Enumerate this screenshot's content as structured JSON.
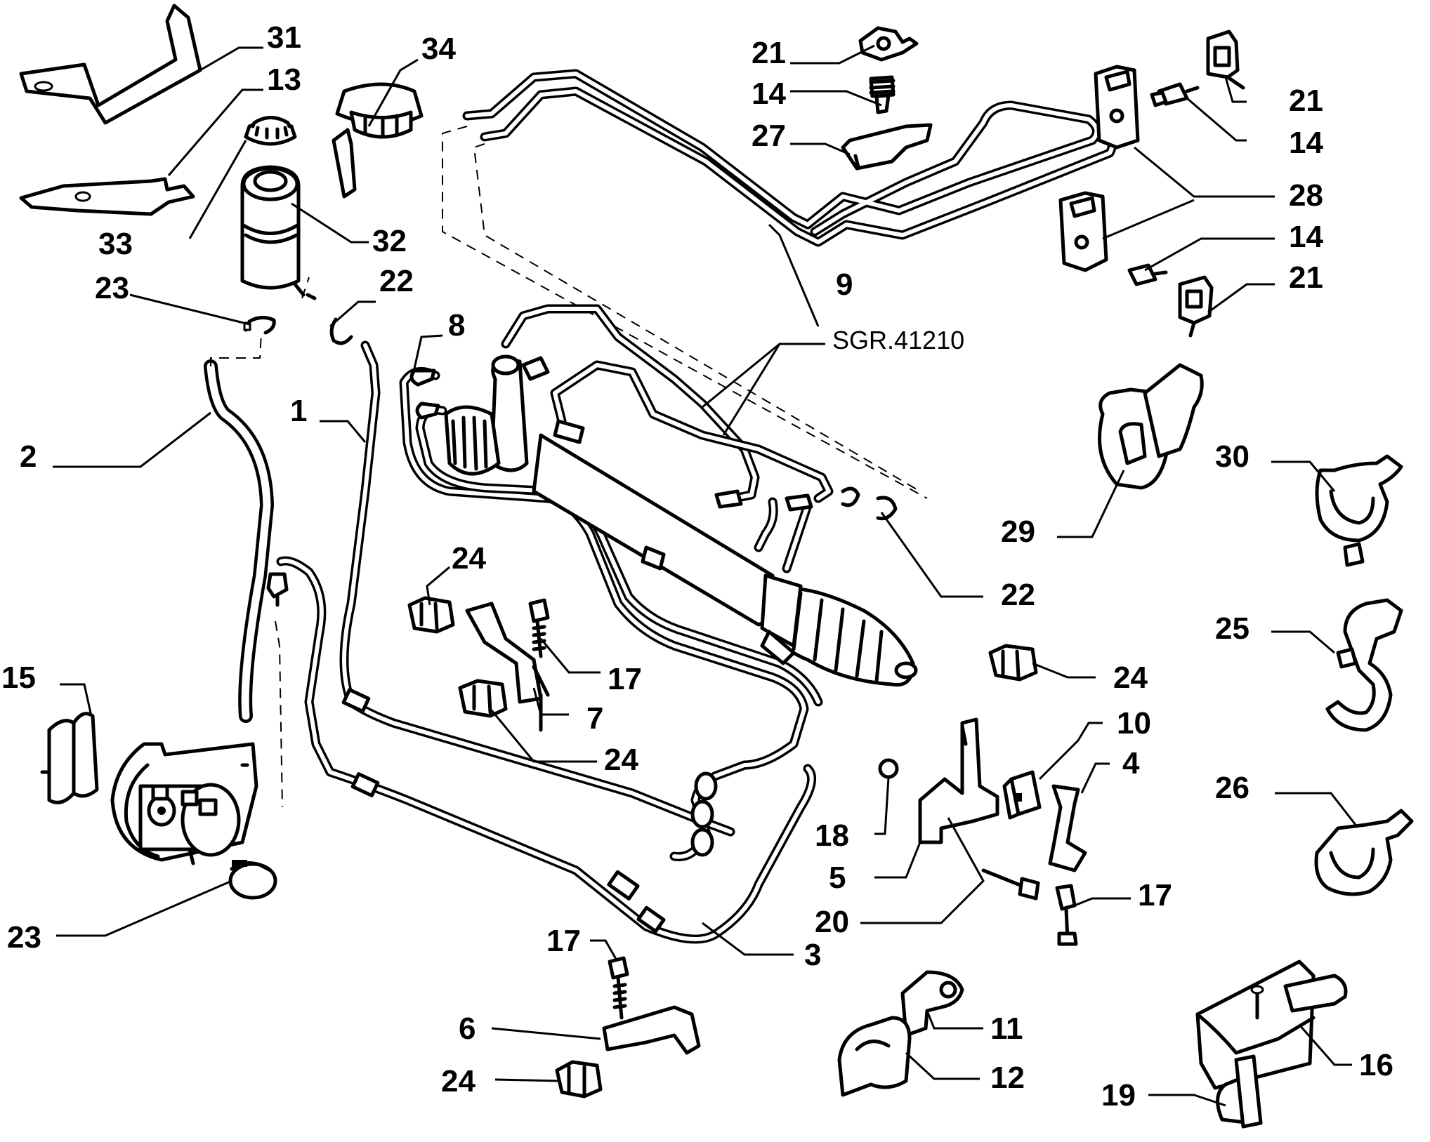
{
  "diagram": {
    "labels": {
      "p31": "31",
      "p13": "13",
      "p34": "34",
      "p33": "33",
      "p32": "32",
      "p23_top": "23",
      "p22_top": "22",
      "p2": "2",
      "p1": "1",
      "p8": "8",
      "p15": "15",
      "p23_bottom": "23",
      "p21_top": "21",
      "p14_top": "14",
      "p27": "27",
      "p9": "9",
      "p21_right": "21",
      "p14_right": "14",
      "p28": "28",
      "p14_mid": "14",
      "p21_mid": "21",
      "sgr": "SGR.41210",
      "p30": "30",
      "p29": "29",
      "p22_mid": "22",
      "p25": "25",
      "p26": "26",
      "p24_left_top": "24",
      "p17_mid": "17",
      "p7": "7",
      "p24_left_bottom": "24",
      "p24_right": "24",
      "p10": "10",
      "p4": "4",
      "p18": "18",
      "p5": "5",
      "p17_right": "17",
      "p20": "20",
      "p3": "3",
      "p17_bottom": "17",
      "p6": "6",
      "p24_bottom": "24",
      "p11": "11",
      "p12": "12",
      "p19": "19",
      "p16": "16"
    }
  }
}
